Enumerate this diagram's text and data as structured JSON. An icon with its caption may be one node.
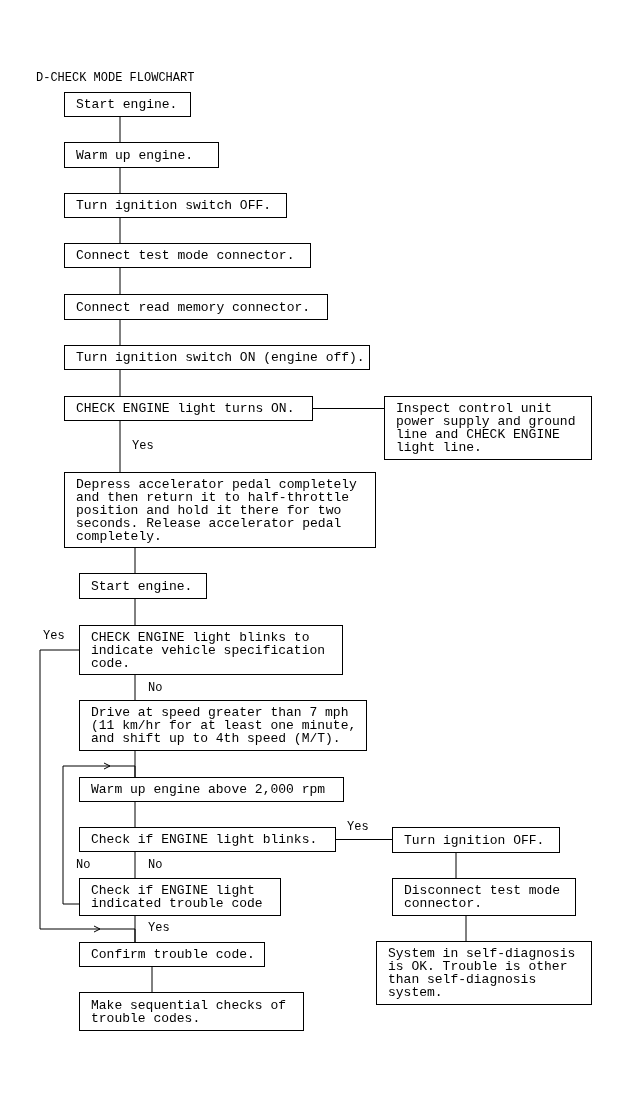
{
  "diagram": {
    "title": "D-CHECK MODE FLOWCHART",
    "nodes": [
      {
        "text": [
          "Start engine."
        ]
      },
      {
        "text": [
          "Warm up engine."
        ]
      },
      {
        "text": [
          "Turn ignition switch OFF."
        ]
      },
      {
        "text": [
          "Connect test mode connector."
        ]
      },
      {
        "text": [
          "Connect read memory connector."
        ]
      },
      {
        "text": [
          "Turn ignition switch ON (engine off)."
        ]
      },
      {
        "text": [
          "CHECK ENGINE light turns ON."
        ]
      },
      {
        "text": [
          "Inspect control unit power supply and ground line and CHECK ENGINE light line."
        ]
      },
      {
        "text": [
          "Depress accelerator pedal completely and then return it to half-throttle position and hold it there for two seconds. Release accelerator pedal completely."
        ]
      },
      {
        "text": [
          "Start engine."
        ]
      },
      {
        "text": [
          "CHECK ENGINE light blinks to indicate vehicle specification code."
        ]
      },
      {
        "text": [
          "Drive at speed greater than 7 mph (11 km/hr for at least one minute, and shift up to 4th speed (M/T)."
        ]
      },
      {
        "text": [
          "Warm up engine above 2,000 rpm"
        ]
      },
      {
        "text": [
          "Check if ENGINE light blinks."
        ]
      },
      {
        "text": [
          "Turn ignition OFF."
        ]
      },
      {
        "text": [
          "Check if ENGINE light indicated trouble code"
        ]
      },
      {
        "text": [
          "Disconnect test mode connector."
        ]
      },
      {
        "text": [
          "System in self-diagnosis is OK. Trouble is other than self-diagnosis system."
        ]
      },
      {
        "text": [
          "Confirm trouble code."
        ]
      },
      {
        "text": [
          "Make sequential checks of trouble codes."
        ]
      }
    ],
    "edges": [
      {
        "from": 0,
        "to": 1,
        "arrow": "none"
      },
      {
        "from": 1,
        "to": 2,
        "arrow": "none"
      },
      {
        "from": 2,
        "to": 3,
        "arrow": "none"
      },
      {
        "from": 3,
        "to": 4,
        "arrow": "none"
      },
      {
        "from": 4,
        "to": 5,
        "arrow": "none"
      },
      {
        "from": 5,
        "to": 6,
        "arrow": "none"
      },
      {
        "from": 6,
        "to": 7,
        "arrow": "none"
      },
      {
        "from": 6,
        "to": 8,
        "arrow": "none",
        "label": "Yes"
      },
      {
        "from": 8,
        "to": 9,
        "arrow": "none"
      },
      {
        "from": 9,
        "to": 10,
        "arrow": "none"
      },
      {
        "from": 10,
        "to": 11,
        "arrow": "none",
        "label": "No"
      },
      {
        "from": 10,
        "to": 18,
        "arrow": "to",
        "label": "Yes"
      },
      {
        "from": 11,
        "to": 12,
        "arrow": "none"
      },
      {
        "from": 15,
        "to": 12,
        "arrow": "to",
        "label": "No"
      },
      {
        "from": 12,
        "to": 13,
        "arrow": "none"
      },
      {
        "from": 13,
        "to": 14,
        "arrow": "none",
        "label": "Yes"
      },
      {
        "from": 13,
        "to": 15,
        "arrow": "none",
        "label": "No"
      },
      {
        "from": 15,
        "to": 18,
        "arrow": "none",
        "label": "Yes"
      },
      {
        "from": 14,
        "to": 16,
        "arrow": "none"
      },
      {
        "from": 16,
        "to": 17,
        "arrow": "none"
      },
      {
        "from": 18,
        "to": 19,
        "arrow": "none"
      }
    ]
  }
}
